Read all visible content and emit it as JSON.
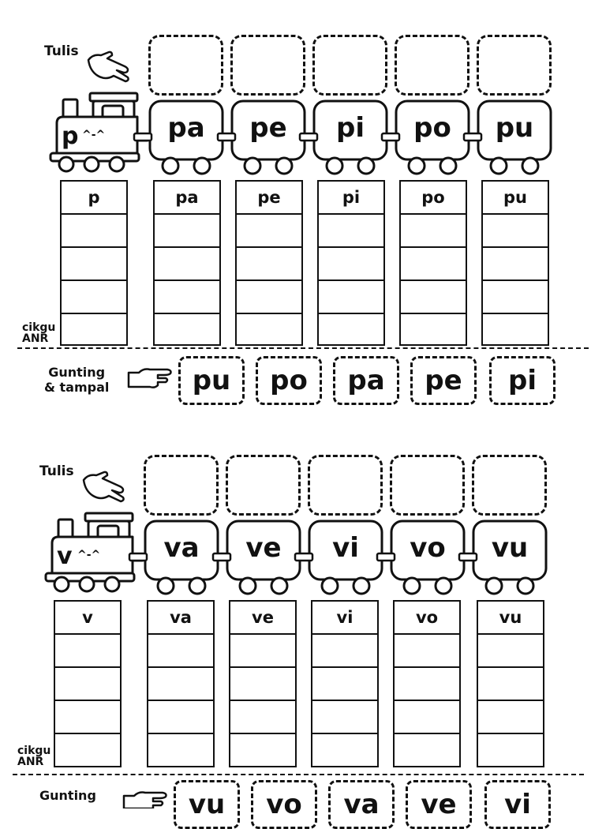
{
  "sections": [
    {
      "write_label": "Tulis",
      "engine_letter": "p",
      "engine_face": "^-^",
      "syllables": [
        "pa",
        "pe",
        "pi",
        "po",
        "pu"
      ],
      "columns": [
        "p",
        "pa",
        "pe",
        "pi",
        "po",
        "pu"
      ],
      "cut_label_1": "Gunting",
      "cut_label_2": "& tampal",
      "cut_pieces": [
        "pu",
        "po",
        "pa",
        "pe",
        "pi"
      ],
      "logo_1": "cikgu",
      "logo_2": "ANR"
    },
    {
      "write_label": "Tulis",
      "engine_letter": "v",
      "engine_face": "^-^",
      "syllables": [
        "va",
        "ve",
        "vi",
        "vo",
        "vu"
      ],
      "columns": [
        "v",
        "va",
        "ve",
        "vi",
        "vo",
        "vu"
      ],
      "cut_label_1": "Gunting",
      "cut_label_2": "",
      "cut_pieces": [
        "vu",
        "vo",
        "va",
        "ve",
        "vi"
      ],
      "logo_1": "cikgu",
      "logo_2": "ANR"
    }
  ]
}
